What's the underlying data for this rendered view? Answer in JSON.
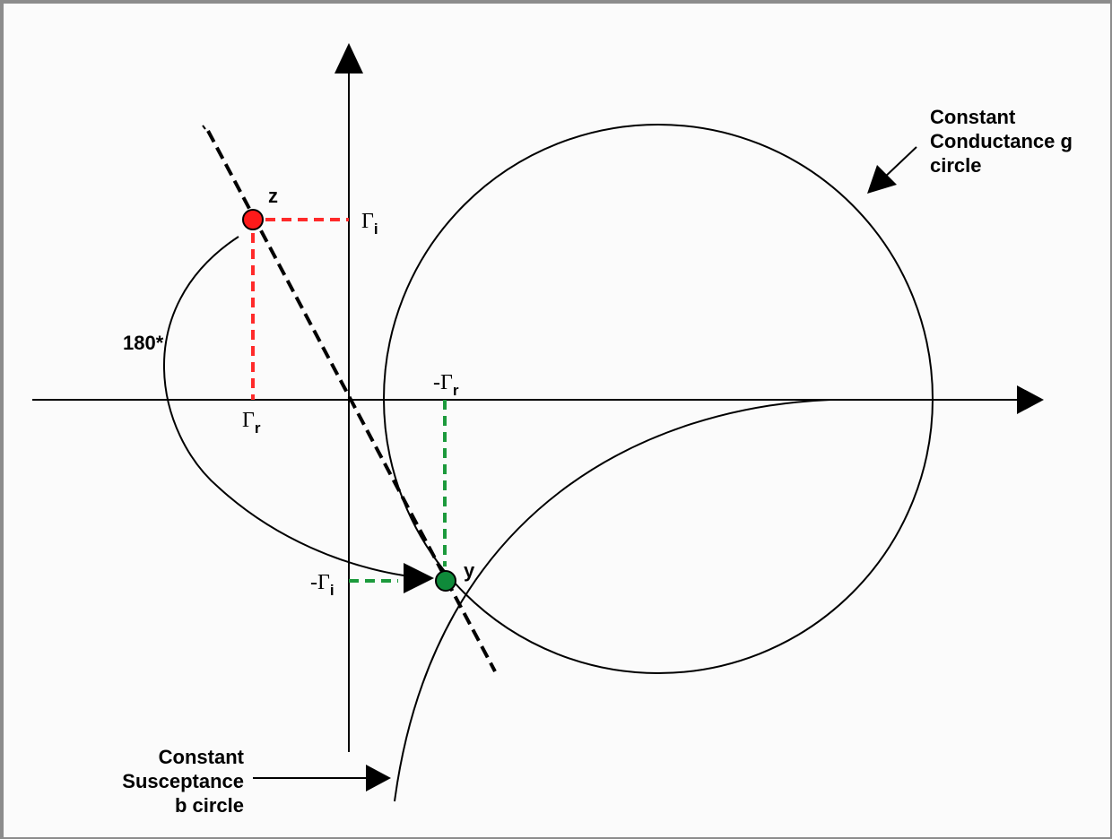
{
  "diagram": {
    "labels": {
      "z_point": "z",
      "y_point": "y",
      "rotation": "180*",
      "gamma_i": "Γ",
      "gamma_i_sub": "i",
      "gamma_r": "Γ",
      "gamma_r_sub": "r",
      "neg_gamma_r": "-Γ",
      "neg_gamma_r_sub": "r",
      "neg_gamma_i": "-Γ",
      "neg_gamma_i_sub": "i"
    },
    "callouts": {
      "conductance": [
        "Constant",
        "Conductance g",
        "circle"
      ],
      "susceptance": [
        "Constant",
        "Susceptance",
        "b circle"
      ]
    },
    "colors": {
      "z_point": "#ff1a1a",
      "y_point": "#0f8a3a",
      "z_projection": "#ff2a2a",
      "y_projection": "#1c9a3c",
      "line": "#000000",
      "background": "#fbfbfb"
    }
  }
}
